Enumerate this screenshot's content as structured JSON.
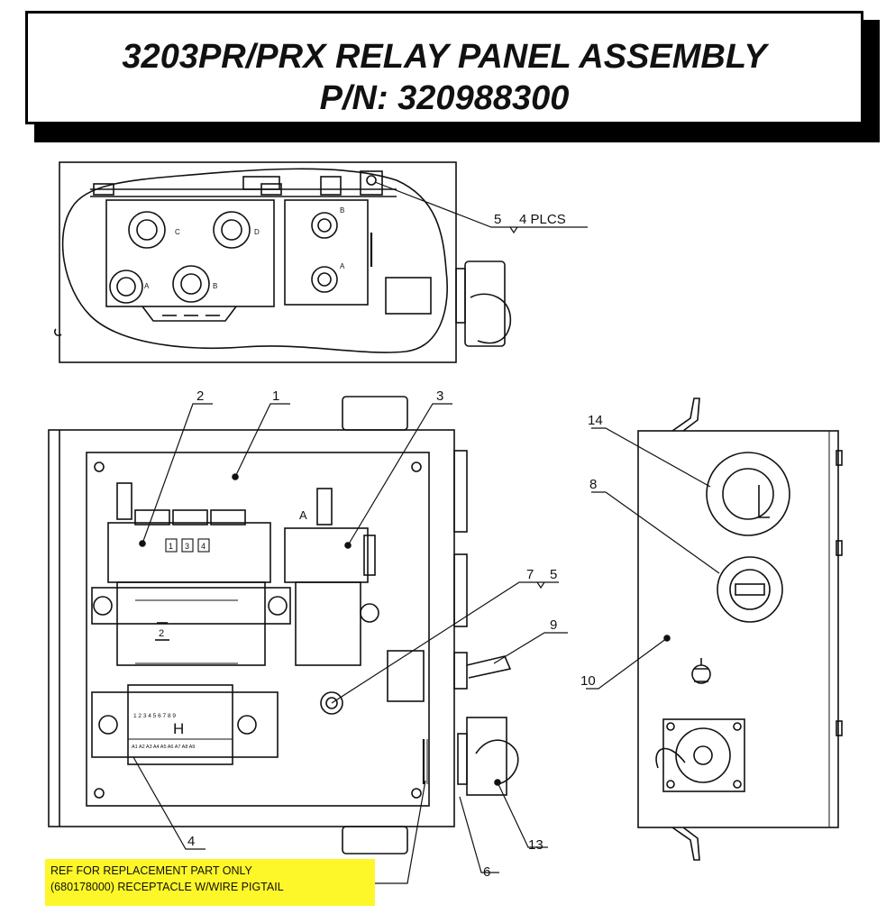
{
  "title": {
    "line1": "3203PR/PRX RELAY PANEL ASSEMBLY",
    "line2": "P/N: 320988300"
  },
  "callouts": {
    "c5_top": "5",
    "c5_top_qty": "4 PLCS",
    "c1": "1",
    "c2": "2",
    "c3": "3",
    "c4": "4",
    "c5": "5",
    "c6": "6",
    "c7": "7",
    "c8": "8",
    "c9": "9",
    "c10": "10",
    "c13": "13",
    "c14": "14"
  },
  "terminal_labels": {
    "top_c": "C",
    "top_d": "D",
    "top_a": "A",
    "top_b": "B",
    "top_b2": "B",
    "top_a2": "A",
    "relay_a": "A",
    "relay_digits": [
      "1",
      "3",
      "4"
    ],
    "relay_coil": "2",
    "block_h": "H",
    "block_numbers": "1 2 3 4 5 6 7 8 9",
    "block_bottom": "A1 A2 A3 A4 A5 A6 A7 A8 A9"
  },
  "note": {
    "line1": "REF FOR REPLACEMENT PART ONLY",
    "line2": "(680178000) RECEPTACLE W/WIRE PIGTAIL"
  }
}
